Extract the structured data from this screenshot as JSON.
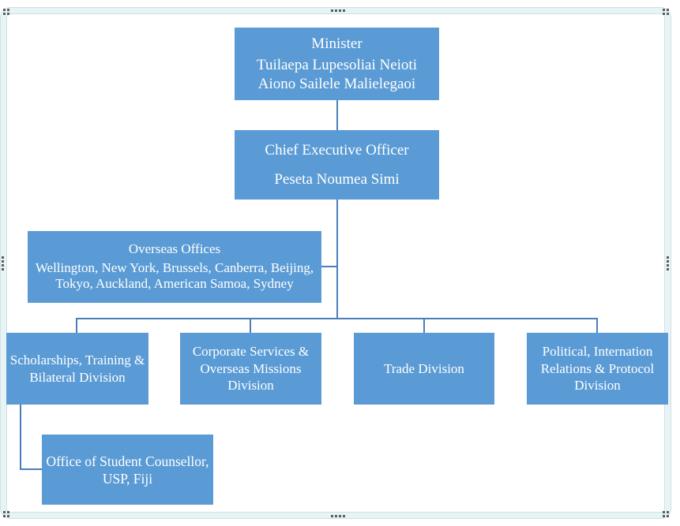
{
  "colors": {
    "box_fill": "#5b9bd5",
    "box_text": "#ffffff",
    "connector": "#4a7ebb",
    "frame_fill": "#e7f4f7",
    "frame_edge": "#d4dedf",
    "handle": "#565f63",
    "canvas_bg": "#ffffff"
  },
  "org_chart": {
    "minister": {
      "title": "Minister",
      "name": "Tuilaepa Lupesoliai Neioti Aiono Sailele Malielegaoi"
    },
    "ceo": {
      "title": "Chief Executive Officer",
      "name": "Peseta Noumea Simi"
    },
    "overseas": {
      "title": "Overseas Offices",
      "locations": "Wellington, New York, Brussels, Canberra, Beijing, Tokyo,  Auckland, American Samoa, Sydney"
    },
    "divisions": {
      "0": {
        "label": "Scholarships, Training & Bilateral Division"
      },
      "1": {
        "label": "Corporate Services & Overseas Missions Division"
      },
      "2": {
        "label": "Trade Division"
      },
      "3": {
        "label": "Political, Internation Relations & Protocol Division"
      }
    },
    "office": {
      "label": "Office of Student Counsellor, USP, Fiji"
    }
  }
}
